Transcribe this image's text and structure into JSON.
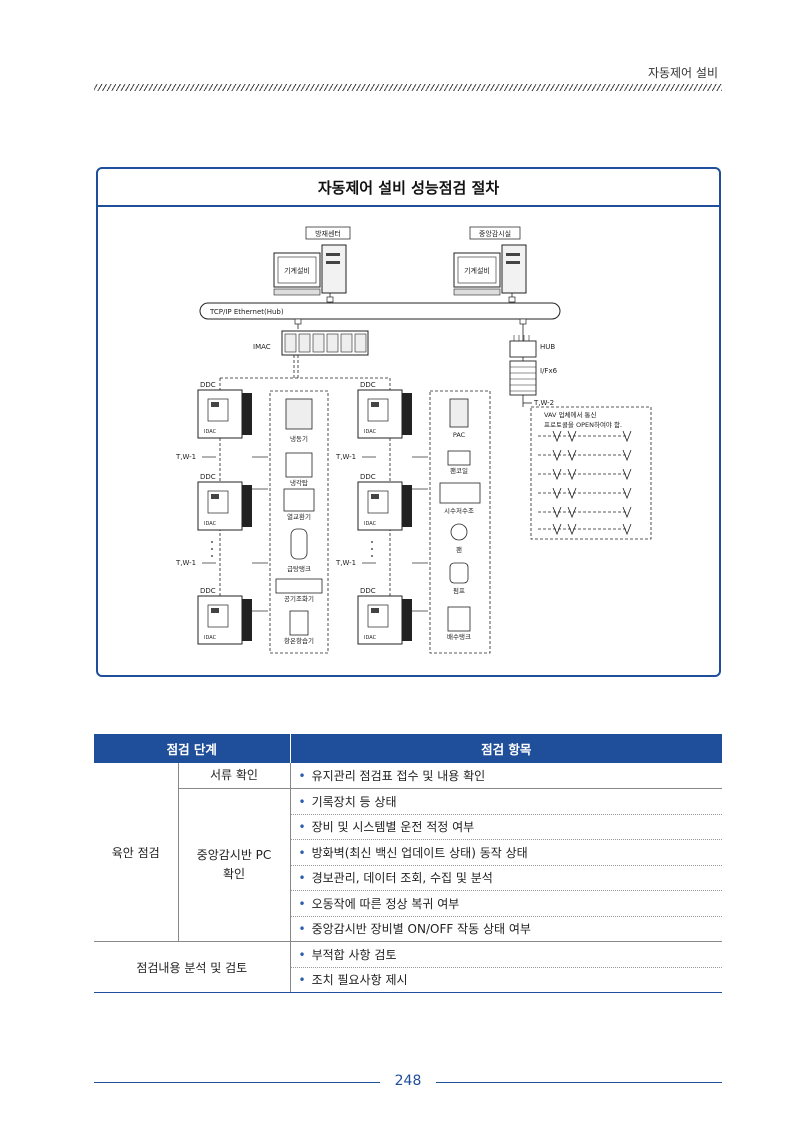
{
  "header": {
    "section": "자동제어 설비"
  },
  "figure": {
    "title": "자동제어 설비 성능점검 절차",
    "labels": {
      "center1": "방재센터",
      "center2": "중앙감시실",
      "monitor1": "기계설비",
      "monitor2": "기계설비",
      "network": "TCP/IP Ethernet(Hub)",
      "imac": "IMAC",
      "hub": "HUB",
      "ifx": "I/Fx6",
      "tw2": "T,W-2",
      "vav_note1": "VAV 업체에서 통신",
      "vav_note2": "프로토콜을 OPEN하여야 함.",
      "ddc": "DDC",
      "idac": "IDAC",
      "tw1": "T,W-1",
      "eq_chiller": "냉동기",
      "eq_cooling_tower": "냉각탑",
      "eq_heat_exchanger": "열교환기",
      "eq_hot_water_tank": "급탕탱크",
      "eq_ahu": "공기조화기",
      "eq_humidifier": "항온항습기",
      "eq_pac": "PAC",
      "eq_fan_coil": "팬코일",
      "eq_water_tank": "시수저수조",
      "eq_fan": "팬",
      "eq_pump": "펌프",
      "eq_drain_tank": "배수탱크"
    }
  },
  "table": {
    "headers": [
      "점검 단계",
      "점검 항목"
    ],
    "groups": [
      {
        "stage": "육안 점검",
        "subgroups": [
          {
            "name": "서류 확인",
            "items": [
              "유지관리 점검표 접수 및 내용 확인"
            ]
          },
          {
            "name": "중앙감시반 PC 확인",
            "items": [
              "기록장치 등 상태",
              "장비 및 시스템별 운전 적정 여부",
              "방화벽(최신 백신 업데이트 상태) 동작 상태",
              "경보관리, 데이터 조회, 수집 및 분석",
              "오동작에 따른 정상 복귀 여부",
              "중앙감시반 장비별 ON/OFF 작동 상태 여부"
            ]
          }
        ]
      },
      {
        "stage": "점검내용 분석 및 검토",
        "items": [
          "부적합 사항 검토",
          "조치 필요사항 제시"
        ]
      }
    ]
  },
  "footer": {
    "page": "248"
  }
}
